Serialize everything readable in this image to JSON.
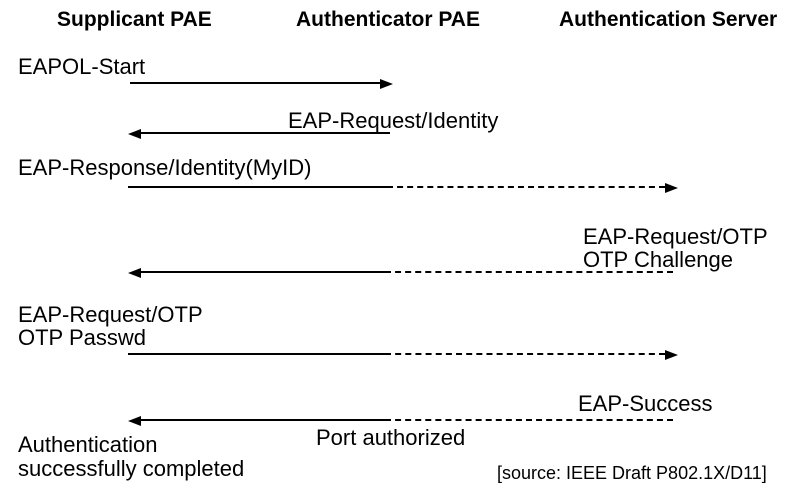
{
  "page": {
    "background": "#ffffff",
    "text_color": "#000000",
    "line_color": "#000000"
  },
  "columns": {
    "supplicant": "Supplicant PAE",
    "authenticator": "Authenticator PAE",
    "server": "Authentication Server"
  },
  "messages": {
    "eapol_start": {
      "label": "EAPOL-Start",
      "direction": "right",
      "style": "solid"
    },
    "eap_request_identity": {
      "label": "EAP-Request/Identity",
      "direction": "left",
      "style": "solid"
    },
    "eap_response_identity": {
      "label": "EAP-Response/Identity(MyID)",
      "direction": "right",
      "style": "solid-then-dashed"
    },
    "eap_request_otp": {
      "line1": "EAP-Request/OTP",
      "line2": "OTP Challenge",
      "direction": "left",
      "style": "dashed-then-solid"
    },
    "eap_response_otp": {
      "line1": "EAP-Request/OTP",
      "line2": "OTP Passwd",
      "direction": "right",
      "style": "solid-then-dashed"
    },
    "eap_success": {
      "label": "EAP-Success",
      "direction": "left",
      "style": "dashed-then-solid"
    }
  },
  "annotations": {
    "port_authorized": "Port authorized",
    "completed_line1": "Authentication",
    "completed_line2": "successfully completed",
    "source": "[source: IEEE Draft P802.1X/D11]"
  }
}
